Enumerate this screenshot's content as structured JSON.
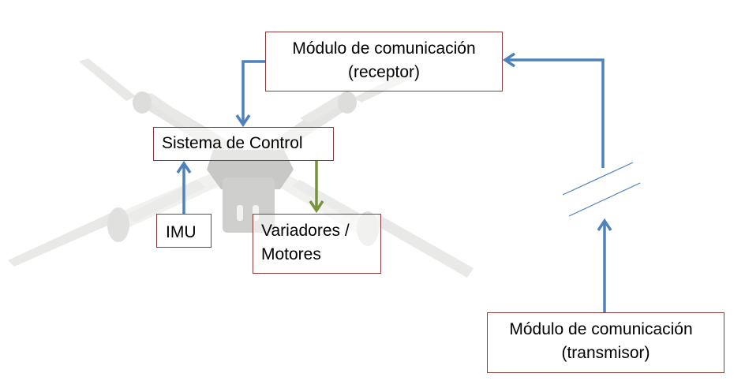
{
  "diagram": {
    "title": "Drone communication and control block diagram",
    "nodes": [
      {
        "id": "receptor",
        "lines": [
          "Módulo de comunicación",
          "(receptor)"
        ]
      },
      {
        "id": "control",
        "lines": [
          "Sistema de Control"
        ]
      },
      {
        "id": "imu",
        "lines": [
          "IMU"
        ]
      },
      {
        "id": "motores",
        "lines": [
          "Variadores /",
          "Motores"
        ]
      },
      {
        "id": "transmisor",
        "lines": [
          "Módulo de comunicación",
          "(transmisor)"
        ]
      }
    ],
    "edges": [
      {
        "from": "transmisor",
        "to": "receptor",
        "type": "wireless-link",
        "color": "#4f81bd"
      },
      {
        "from": "receptor",
        "to": "control",
        "color": "#4f81bd"
      },
      {
        "from": "imu",
        "to": "control",
        "color": "#4f81bd"
      },
      {
        "from": "control",
        "to": "motores",
        "color": "#77933c"
      }
    ],
    "colors": {
      "box_border": "#8b3a3a",
      "blue_arrow": "#4f81bd",
      "green_arrow": "#77933c",
      "background_image": "#d9d9d6"
    },
    "background_image": "quadcopter-drone"
  }
}
